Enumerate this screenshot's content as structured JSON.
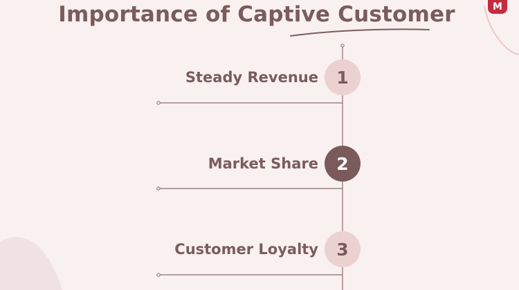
{
  "title": "Importance of Captive Customer",
  "logo_text": "M",
  "colors": {
    "background": "#f9f0f0",
    "text": "#7a5c5d",
    "badge_light": "#ecd1d1",
    "badge_dark": "#7a5a5b",
    "logo": "#c62a40",
    "line": "#8c6e6f"
  },
  "items": [
    {
      "number": "1",
      "label": "Steady Revenue"
    },
    {
      "number": "2",
      "label": "Market Share"
    },
    {
      "number": "3",
      "label": "Customer Loyalty"
    }
  ]
}
